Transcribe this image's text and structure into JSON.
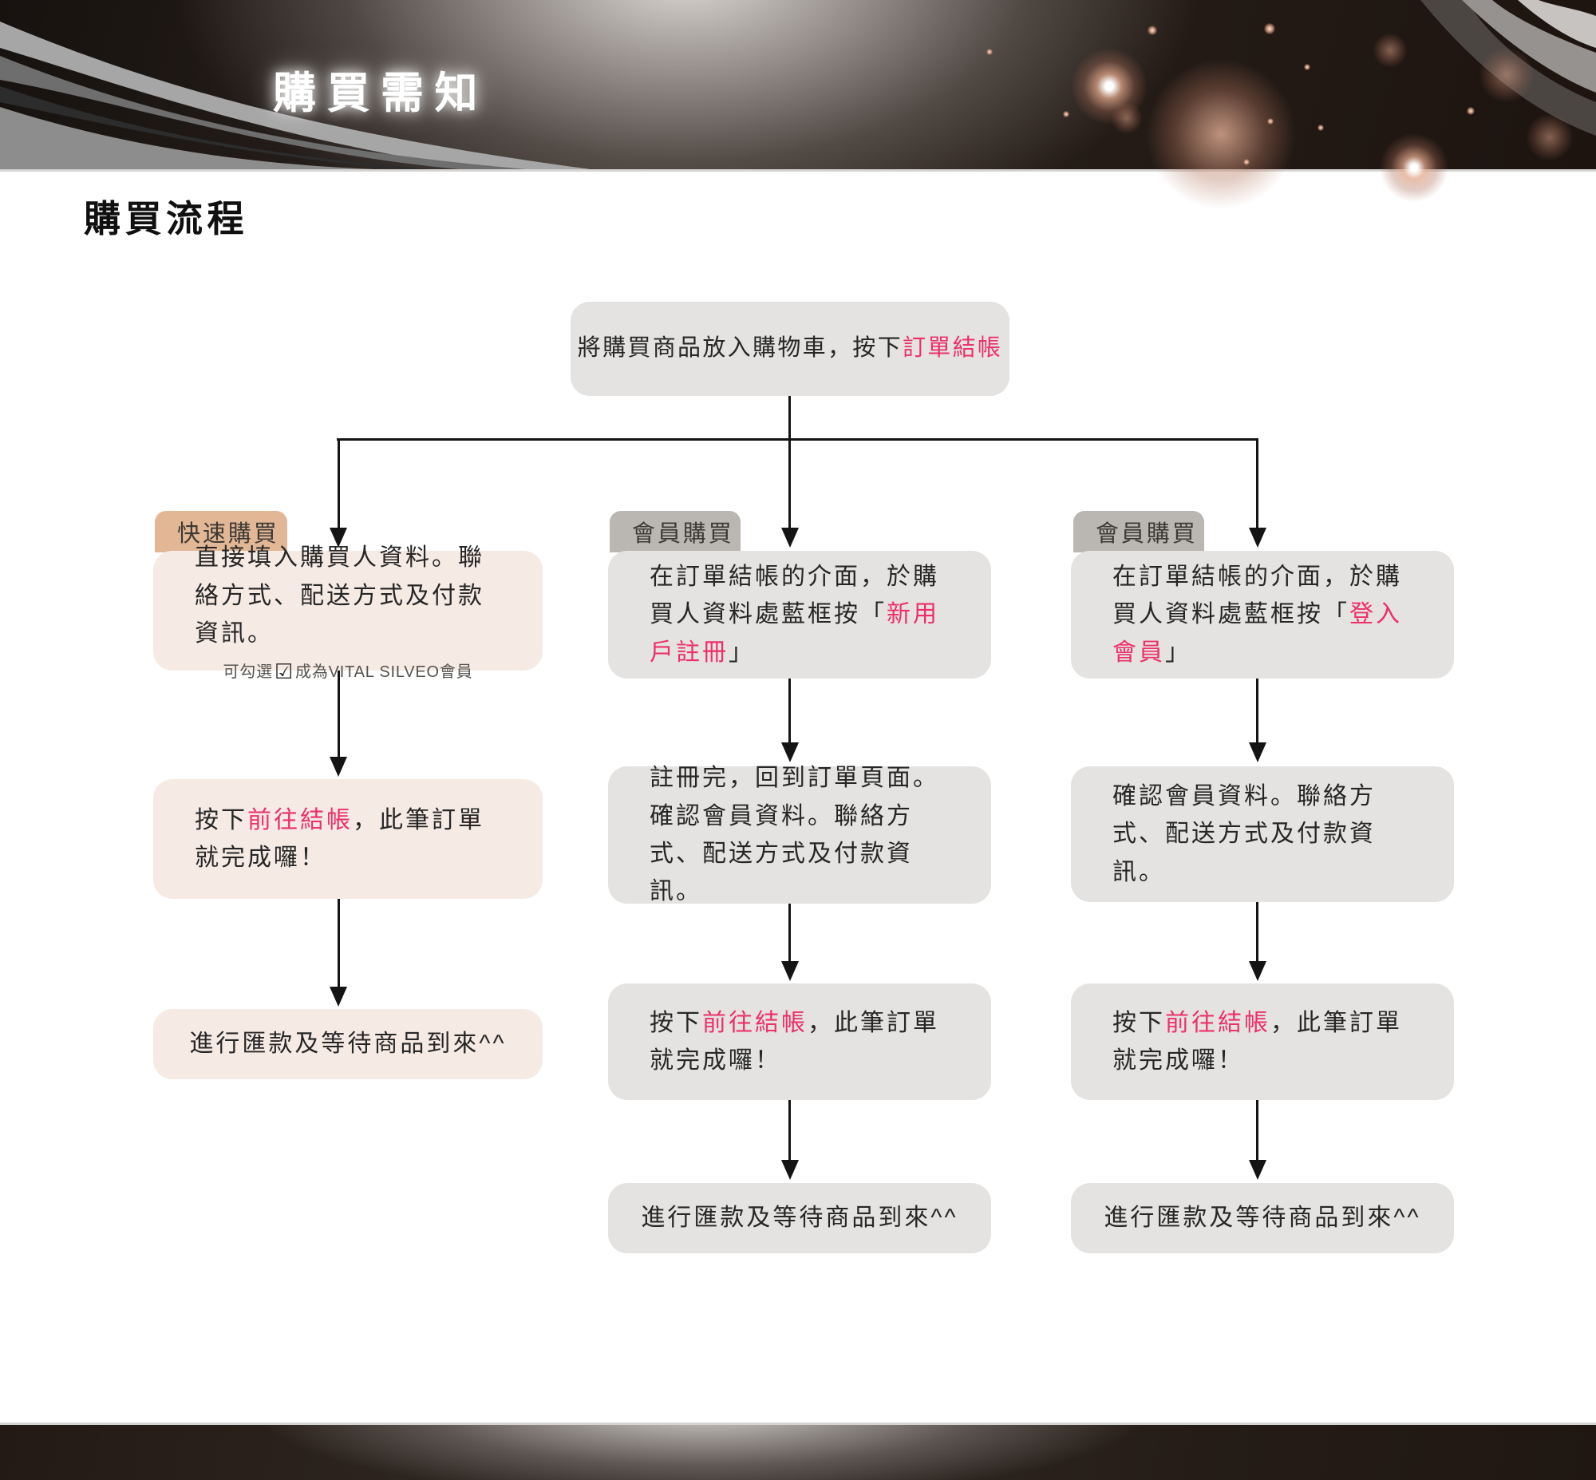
{
  "header": {
    "title": "購買需知"
  },
  "section": {
    "title": "購買流程"
  },
  "icons": {
    "checkbox_checked": "☑"
  },
  "flow": {
    "start": {
      "pre": "將購買商品放入購物車，按下",
      "link": "訂單結帳"
    },
    "col1": {
      "tab": "快速購買",
      "step1_text": "直接填入購買人資料。聯絡方式、配送方式及付款資訊。",
      "step1_note_pre": "可勾選",
      "step1_note_post": "成為VITAL SILVEO會員",
      "step2_pre": "按下",
      "step2_link": "前往結帳",
      "step2_post": "，此筆訂單就完成囉！",
      "step3_text": "進行匯款及等待商品到來^^"
    },
    "col2": {
      "tab": "會員購買",
      "step1_pre": "在訂單結帳的介面，於購買人資料處藍框按「",
      "step1_link": "新用戶註冊",
      "step1_post": "」",
      "step2_text": "註冊完，回到訂單頁面。確認會員資料。聯絡方式、配送方式及付款資訊。",
      "step3_pre": "按下",
      "step3_link": "前往結帳",
      "step3_post": "，此筆訂單就完成囉！",
      "step4_text": "進行匯款及等待商品到來^^"
    },
    "col3": {
      "tab": "會員購買",
      "step1_pre": "在訂單結帳的介面，於購買人資料處藍框按「",
      "step1_link": "登入會員",
      "step1_post": "」",
      "step2_text": "確認會員資料。聯絡方式、配送方式及付款資訊。",
      "step3_pre": "按下",
      "step3_link": "前往結帳",
      "step3_post": "，此筆訂單就完成囉！",
      "step4_text": "進行匯款及等待商品到來^^"
    }
  },
  "colors": {
    "accent_pink": "#ed2f6a",
    "quick_tab": "#e2b795",
    "quick_box": "#f5eae4",
    "member_tab": "#bab6b2",
    "member_box": "#e4e3e1",
    "header_bg_dark": "#241b16"
  }
}
